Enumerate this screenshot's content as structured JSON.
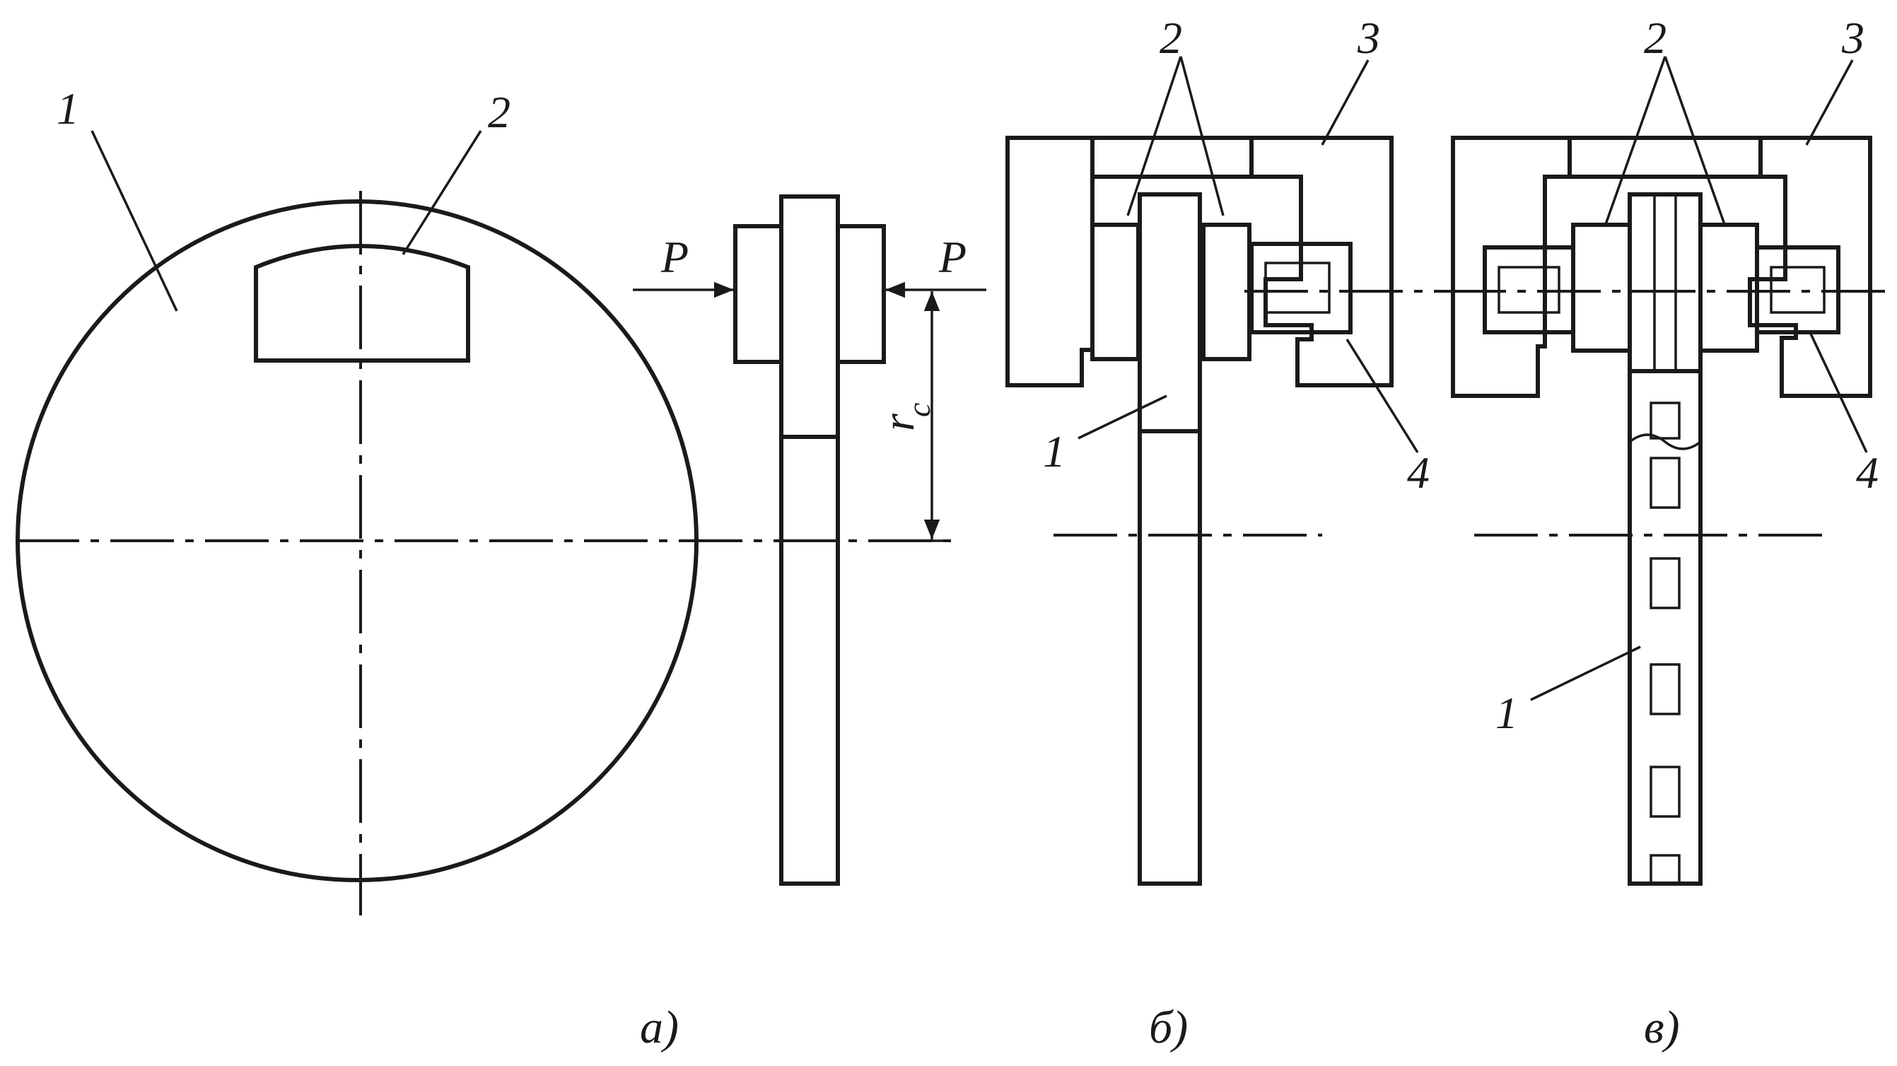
{
  "labels": {
    "a_part1": "1",
    "a_part2": "2",
    "a_force_left": "P",
    "a_force_right": "P",
    "a_radius": "r",
    "a_radius_sub": "c",
    "b_part2": "2",
    "b_part3": "3",
    "b_part1": "1",
    "b_part4": "4",
    "c_part2": "2",
    "c_part3": "3",
    "c_part1": "1",
    "c_part4": "4"
  },
  "captions": {
    "a": "а)",
    "b": "б)",
    "c": "в)"
  },
  "colors": {
    "ink": "#1a1a1a",
    "background": "#ffffff"
  }
}
